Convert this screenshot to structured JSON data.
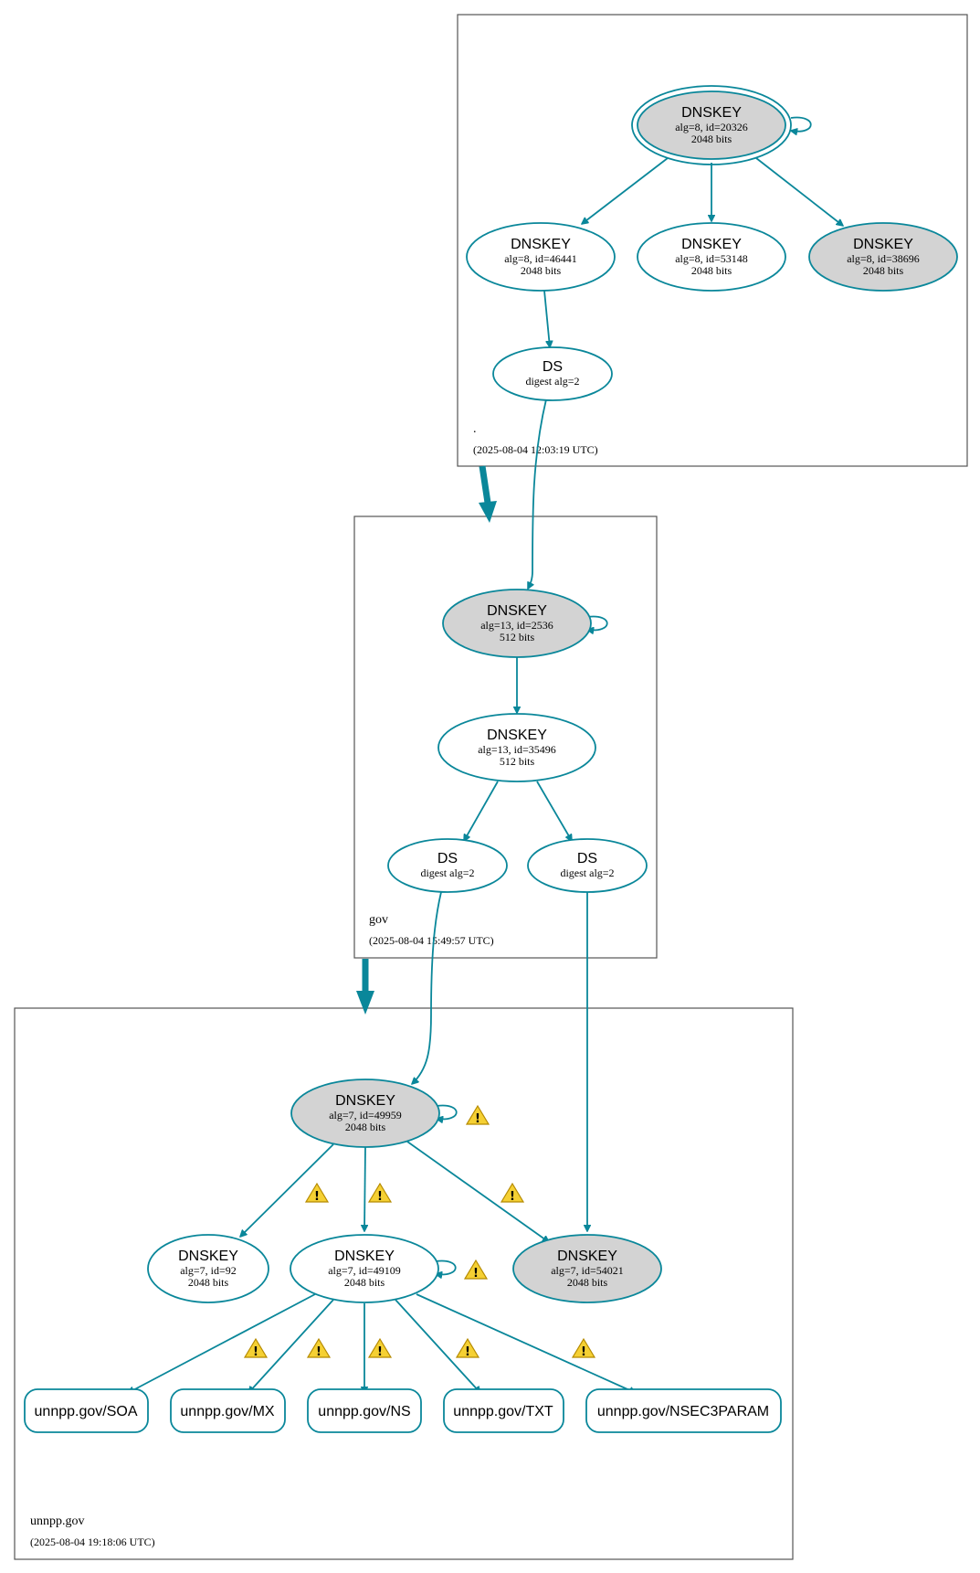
{
  "colors": {
    "edge": "#0a879a",
    "sep_fill": "#d3d3d3",
    "plain_fill": "#ffffff",
    "zone_border": "#555555",
    "warning": "#f5d033"
  },
  "zones": [
    {
      "id": "root",
      "name": ".",
      "timestamp": "(2025-08-04 12:03:19 UTC)"
    },
    {
      "id": "gov",
      "name": "gov",
      "timestamp": "(2025-08-04 15:49:57 UTC)"
    },
    {
      "id": "unnpp",
      "name": "unnpp.gov",
      "timestamp": "(2025-08-04 19:18:06 UTC)"
    }
  ],
  "nodes": [
    {
      "id": "root_ksk",
      "title": "DNSKEY",
      "lines": [
        "alg=8, id=20326",
        "2048 bits"
      ],
      "sep": true,
      "trust_anchor": true
    },
    {
      "id": "root_zsk1",
      "title": "DNSKEY",
      "lines": [
        "alg=8, id=46441",
        "2048 bits"
      ],
      "sep": false
    },
    {
      "id": "root_zsk2",
      "title": "DNSKEY",
      "lines": [
        "alg=8, id=53148",
        "2048 bits"
      ],
      "sep": false
    },
    {
      "id": "root_k3",
      "title": "DNSKEY",
      "lines": [
        "alg=8, id=38696",
        "2048 bits"
      ],
      "sep": true
    },
    {
      "id": "root_ds",
      "title": "DS",
      "lines": [
        "digest alg=2"
      ],
      "sep": false
    },
    {
      "id": "gov_ksk",
      "title": "DNSKEY",
      "lines": [
        "alg=13, id=2536",
        "512 bits"
      ],
      "sep": true
    },
    {
      "id": "gov_zsk",
      "title": "DNSKEY",
      "lines": [
        "alg=13, id=35496",
        "512 bits"
      ],
      "sep": false
    },
    {
      "id": "gov_ds1",
      "title": "DS",
      "lines": [
        "digest alg=2"
      ],
      "sep": false
    },
    {
      "id": "gov_ds2",
      "title": "DS",
      "lines": [
        "digest alg=2"
      ],
      "sep": false
    },
    {
      "id": "u_ksk",
      "title": "DNSKEY",
      "lines": [
        "alg=7, id=49959",
        "2048 bits"
      ],
      "sep": true
    },
    {
      "id": "u_k92",
      "title": "DNSKEY",
      "lines": [
        "alg=7, id=92",
        "2048 bits"
      ],
      "sep": false
    },
    {
      "id": "u_zsk",
      "title": "DNSKEY",
      "lines": [
        "alg=7, id=49109",
        "2048 bits"
      ],
      "sep": false
    },
    {
      "id": "u_k54021",
      "title": "DNSKEY",
      "lines": [
        "alg=7, id=54021",
        "2048 bits"
      ],
      "sep": true
    }
  ],
  "rrsets": [
    {
      "id": "rr_soa",
      "label": "unnpp.gov/SOA"
    },
    {
      "id": "rr_mx",
      "label": "unnpp.gov/MX"
    },
    {
      "id": "rr_ns",
      "label": "unnpp.gov/NS"
    },
    {
      "id": "rr_txt",
      "label": "unnpp.gov/TXT"
    },
    {
      "id": "rr_nsec3param",
      "label": "unnpp.gov/NSEC3PARAM"
    }
  ],
  "edges": [
    {
      "from": "root_ksk",
      "to": "root_ksk",
      "self": true,
      "warning": false
    },
    {
      "from": "root_ksk",
      "to": "root_zsk1",
      "warning": false
    },
    {
      "from": "root_ksk",
      "to": "root_zsk2",
      "warning": false
    },
    {
      "from": "root_ksk",
      "to": "root_k3",
      "warning": false
    },
    {
      "from": "root_zsk1",
      "to": "root_ds",
      "warning": false
    },
    {
      "from": "root_ds",
      "to": "gov_ksk",
      "warning": false
    },
    {
      "from": "gov_ksk",
      "to": "gov_ksk",
      "self": true,
      "warning": false
    },
    {
      "from": "gov_ksk",
      "to": "gov_zsk",
      "warning": false
    },
    {
      "from": "gov_zsk",
      "to": "gov_ds1",
      "warning": false
    },
    {
      "from": "gov_zsk",
      "to": "gov_ds2",
      "warning": false
    },
    {
      "from": "gov_ds1",
      "to": "u_ksk",
      "warning": false
    },
    {
      "from": "gov_ds2",
      "to": "u_k54021",
      "warning": false
    },
    {
      "from": "u_ksk",
      "to": "u_ksk",
      "self": true,
      "warning": true
    },
    {
      "from": "u_ksk",
      "to": "u_k92",
      "warning": true
    },
    {
      "from": "u_ksk",
      "to": "u_zsk",
      "warning": true
    },
    {
      "from": "u_ksk",
      "to": "u_k54021",
      "warning": true
    },
    {
      "from": "u_zsk",
      "to": "u_zsk",
      "self": true,
      "warning": true
    },
    {
      "from": "u_zsk",
      "to": "rr_soa",
      "warning": true
    },
    {
      "from": "u_zsk",
      "to": "rr_mx",
      "warning": true
    },
    {
      "from": "u_zsk",
      "to": "rr_ns",
      "warning": true
    },
    {
      "from": "u_zsk",
      "to": "rr_txt",
      "warning": true
    },
    {
      "from": "u_zsk",
      "to": "rr_nsec3param",
      "warning": true
    }
  ],
  "delegations": [
    {
      "from": "root",
      "to": "gov"
    },
    {
      "from": "gov",
      "to": "unnpp"
    }
  ],
  "icons": {
    "warning": "warning-icon"
  }
}
